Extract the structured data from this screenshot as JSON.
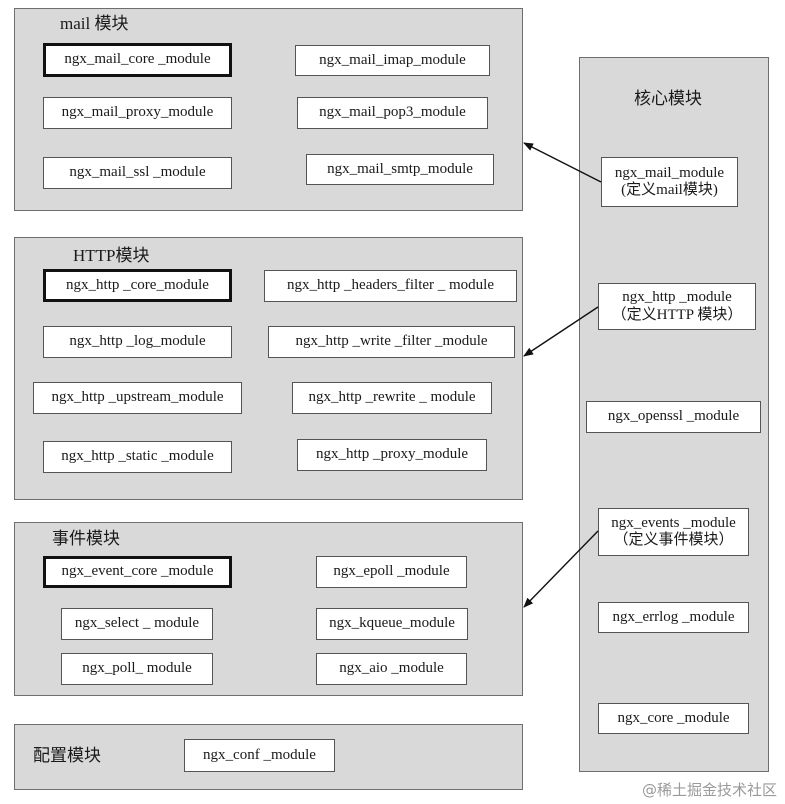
{
  "mail_group": {
    "title": "mail 模块",
    "modules": [
      "ngx_mail_core _module",
      "ngx_mail_imap_module",
      "ngx_mail_proxy_module",
      "ngx_mail_pop3_module",
      "ngx_mail_ssl _module",
      "ngx_mail_smtp_module"
    ]
  },
  "http_group": {
    "title": "HTTP模块",
    "modules": [
      "ngx_http _core_module",
      "ngx_http _headers_filter _ module",
      "ngx_http _log_module",
      "ngx_http _write _filter _module",
      "ngx_http _upstream_module",
      "ngx_http _rewrite _ module",
      "ngx_http _static _module",
      "ngx_http _proxy_module"
    ]
  },
  "event_group": {
    "title": "事件模块",
    "modules": [
      "ngx_event_core _module",
      "ngx_epoll _module",
      "ngx_select _ module",
      "ngx_kqueue_module",
      "ngx_poll_ module",
      "ngx_aio _module"
    ]
  },
  "conf_group": {
    "title": "配置模块",
    "modules": [
      "ngx_conf _module"
    ]
  },
  "core_group": {
    "title": "核心模块",
    "mail_module": {
      "line1": "ngx_mail_module",
      "line2": "(定义mail模块)"
    },
    "http_module": {
      "line1": "ngx_http _module",
      "line2": "（定义HTTP 模块）"
    },
    "openssl_module": "ngx_openssl _module",
    "events_module": {
      "line1": "ngx_events _module",
      "line2": "（定义事件模块）"
    },
    "errlog_module": "ngx_errlog _module",
    "core_module": "ngx_core _module"
  },
  "watermark": "@稀土掘金技术社区"
}
